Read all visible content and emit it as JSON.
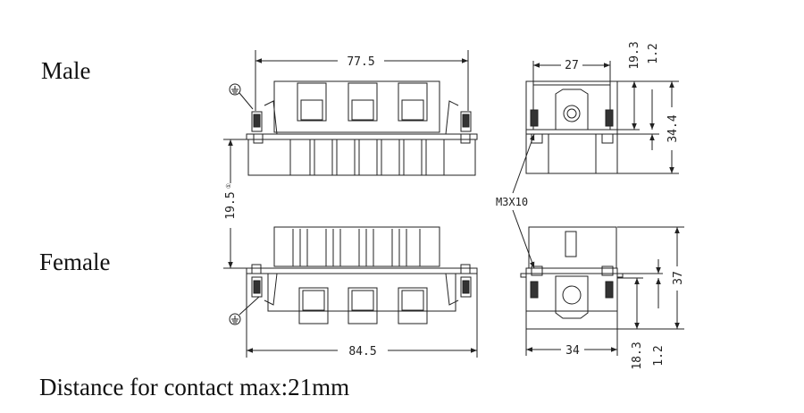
{
  "labels": {
    "male": "Male",
    "female": "Female",
    "note": "Distance for contact max:21mm"
  },
  "dimensions": {
    "male_width": "77.5",
    "female_width": "84.5",
    "height_between": "19.5",
    "height_between_note": "①",
    "male_side_width": "27",
    "male_side_top": "19.3",
    "male_side_small": "1.2",
    "male_side_height": "34.4",
    "screw": "M3X10",
    "female_side_width": "34",
    "female_side_height": "37",
    "female_side_bottom": "18.3",
    "female_side_small": "1.2"
  },
  "icons": {
    "ground": "ground-symbol-icon"
  }
}
